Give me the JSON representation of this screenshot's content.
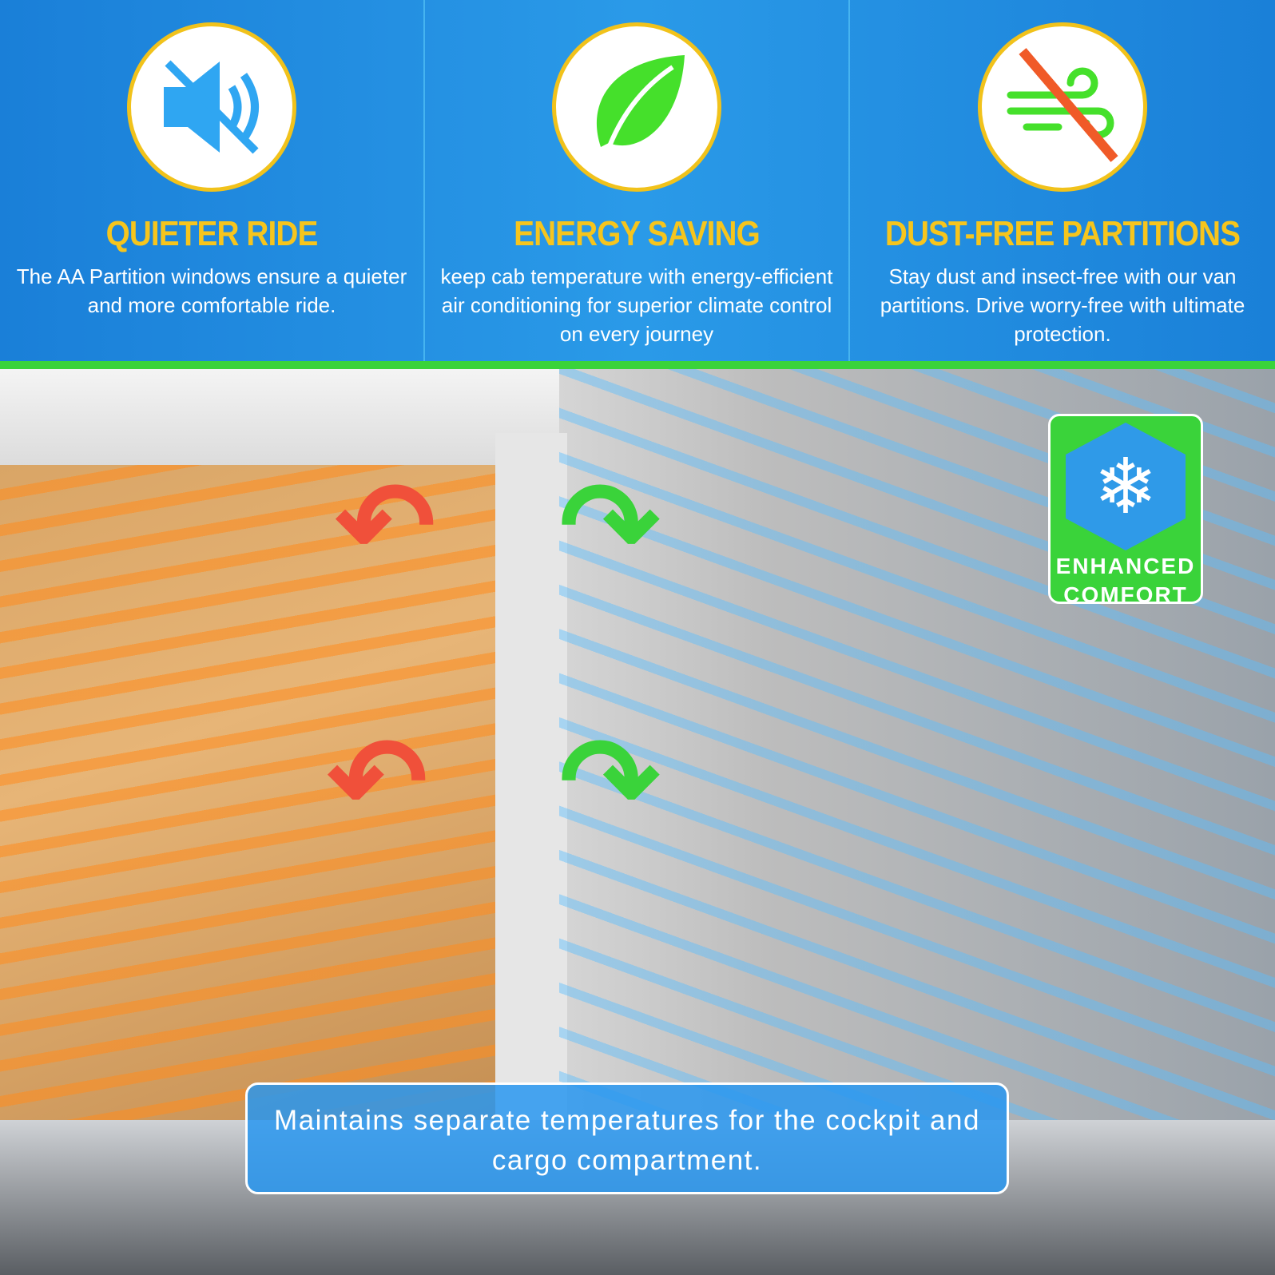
{
  "features": [
    {
      "icon": "muted-speaker-icon",
      "title": "QUIETER RIDE",
      "description": "The AA Partition windows ensure a quieter and more comfortable ride."
    },
    {
      "icon": "leaf-icon",
      "title": "ENERGY SAVING",
      "description": "keep cab temperature with energy-efficient air conditioning for superior climate control on every journey"
    },
    {
      "icon": "no-dust-wind-icon",
      "title": "DUST-FREE PARTITIONS",
      "description": "Stay dust and insect-free with our van partitions. Drive worry-free with ultimate protection."
    }
  ],
  "badge": {
    "icon": "snowflake-icon",
    "line1": "ENHANCED",
    "line2": "COMFORT"
  },
  "caption": "Maintains separate temperatures for the cockpit and cargo compartment.",
  "colors": {
    "blue": "#1a7fd8",
    "yellow": "#f6c51d",
    "green": "#3ad33a",
    "red_arrow": "#f0503a",
    "orange_air": "#ff8c1e",
    "blue_air": "#5abeff"
  }
}
